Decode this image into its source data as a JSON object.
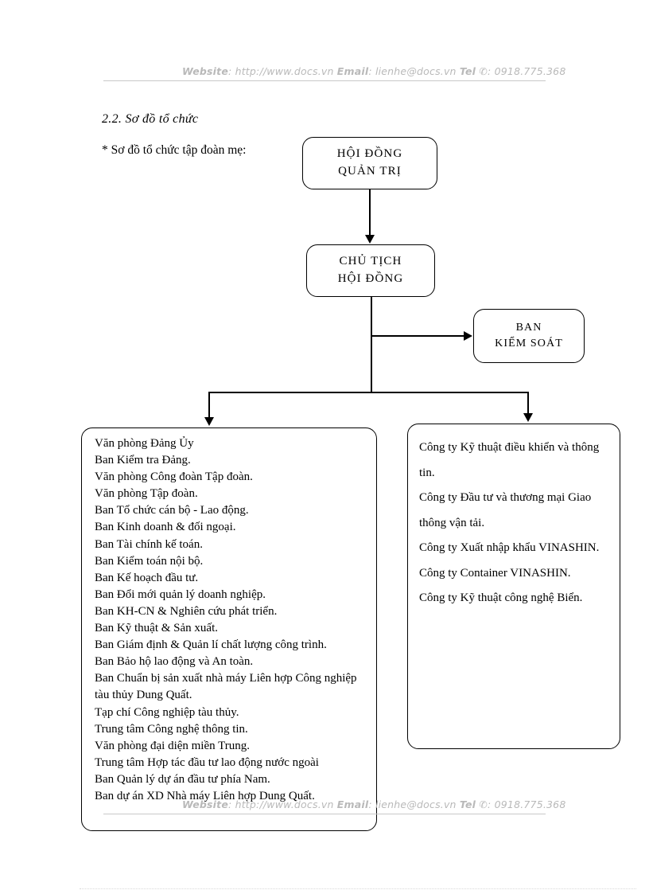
{
  "watermark": {
    "website_label": "Website",
    "website_url": ": http://www.docs.vn",
    "email_label": "Email",
    "email_value": ": lienhe@docs.vn",
    "tel_label": "Tel",
    "tel_icon": "telephone-icon",
    "tel_value": ": 0918.775.368"
  },
  "headings": {
    "section": "2.2. Sơ đồ tổ chức",
    "subtitle": "* Sơ đồ tổ chức tập đoàn mẹ:"
  },
  "chart_data": {
    "type": "diagram",
    "title": "2.2. Sơ đồ tổ chức",
    "nodes": [
      {
        "id": "hdqt",
        "label": "HỘI ĐỒNG QUẢN TRỊ",
        "line1": "HỘI ĐỒNG",
        "line2": "QUẢN TRỊ"
      },
      {
        "id": "ctthd",
        "label": "CHỦ TỊCH HỘI ĐỒNG",
        "line1": "CHỦ TỊCH",
        "line2": "HỘI ĐỒNG"
      },
      {
        "id": "bks",
        "label": "BAN KIỂM SOÁT",
        "line1": "BAN",
        "line2": "KIỂM SOÁT"
      }
    ],
    "edges": [
      {
        "from": "hdqt",
        "to": "bks_parent_stub",
        "style": "arrow-down"
      },
      {
        "from": "hdqt",
        "to": "ctthd",
        "style": "arrow-down"
      },
      {
        "from": "ctthd",
        "to": "bks",
        "style": "arrow-right"
      },
      {
        "from": "ctthd",
        "to": "departments",
        "style": "arrow-down"
      },
      {
        "from": "ctthd",
        "to": "companies",
        "style": "arrow-down"
      }
    ]
  },
  "departments": {
    "items": [
      "Văn phòng Đảng Ủy",
      "Ban Kiểm tra Đảng.",
      "Văn phòng Công đoàn Tập đoàn.",
      "Văn phòng Tập đoàn.",
      "Ban Tổ chức cán bộ - Lao động.",
      "Ban Kinh doanh & đối ngoại.",
      "Ban Tài chính kế toán.",
      "Ban Kiểm toán nội bộ.",
      "Ban Kế hoạch đầu tư.",
      "Ban Đổi mới quản lý doanh nghiệp.",
      "Ban KH-CN & Nghiên cứu phát triển.",
      "Ban Kỹ thuật & Sản xuất.",
      "Ban Giám định & Quản lí chất lượng công trình.",
      "Ban Bảo hộ lao động và An toàn.",
      "Ban Chuẩn bị sản xuất nhà máy Liên hợp Công nghiệp tàu thủy Dung Quất.",
      "Tạp chí Công nghiệp tàu thủy.",
      "Trung tâm Công nghệ thông tin.",
      "Văn phòng đại diện miền Trung.",
      "Trung tâm Hợp tác đầu tư lao động nước ngoài",
      "Ban Quản lý dự án đầu tư phía Nam.",
      "Ban dự án XD Nhà máy Liên hợp Dung Quất."
    ]
  },
  "companies": {
    "items": [
      "Công ty Kỹ thuật điều khiển và thông tin.",
      "Công ty Đầu tư và thương mại Giao thông vận tải.",
      "Công ty Xuất nhập khẩu VINASHIN.",
      "Công ty Container VINASHIN.",
      "Công ty Kỹ thuật công nghệ Biển."
    ]
  }
}
